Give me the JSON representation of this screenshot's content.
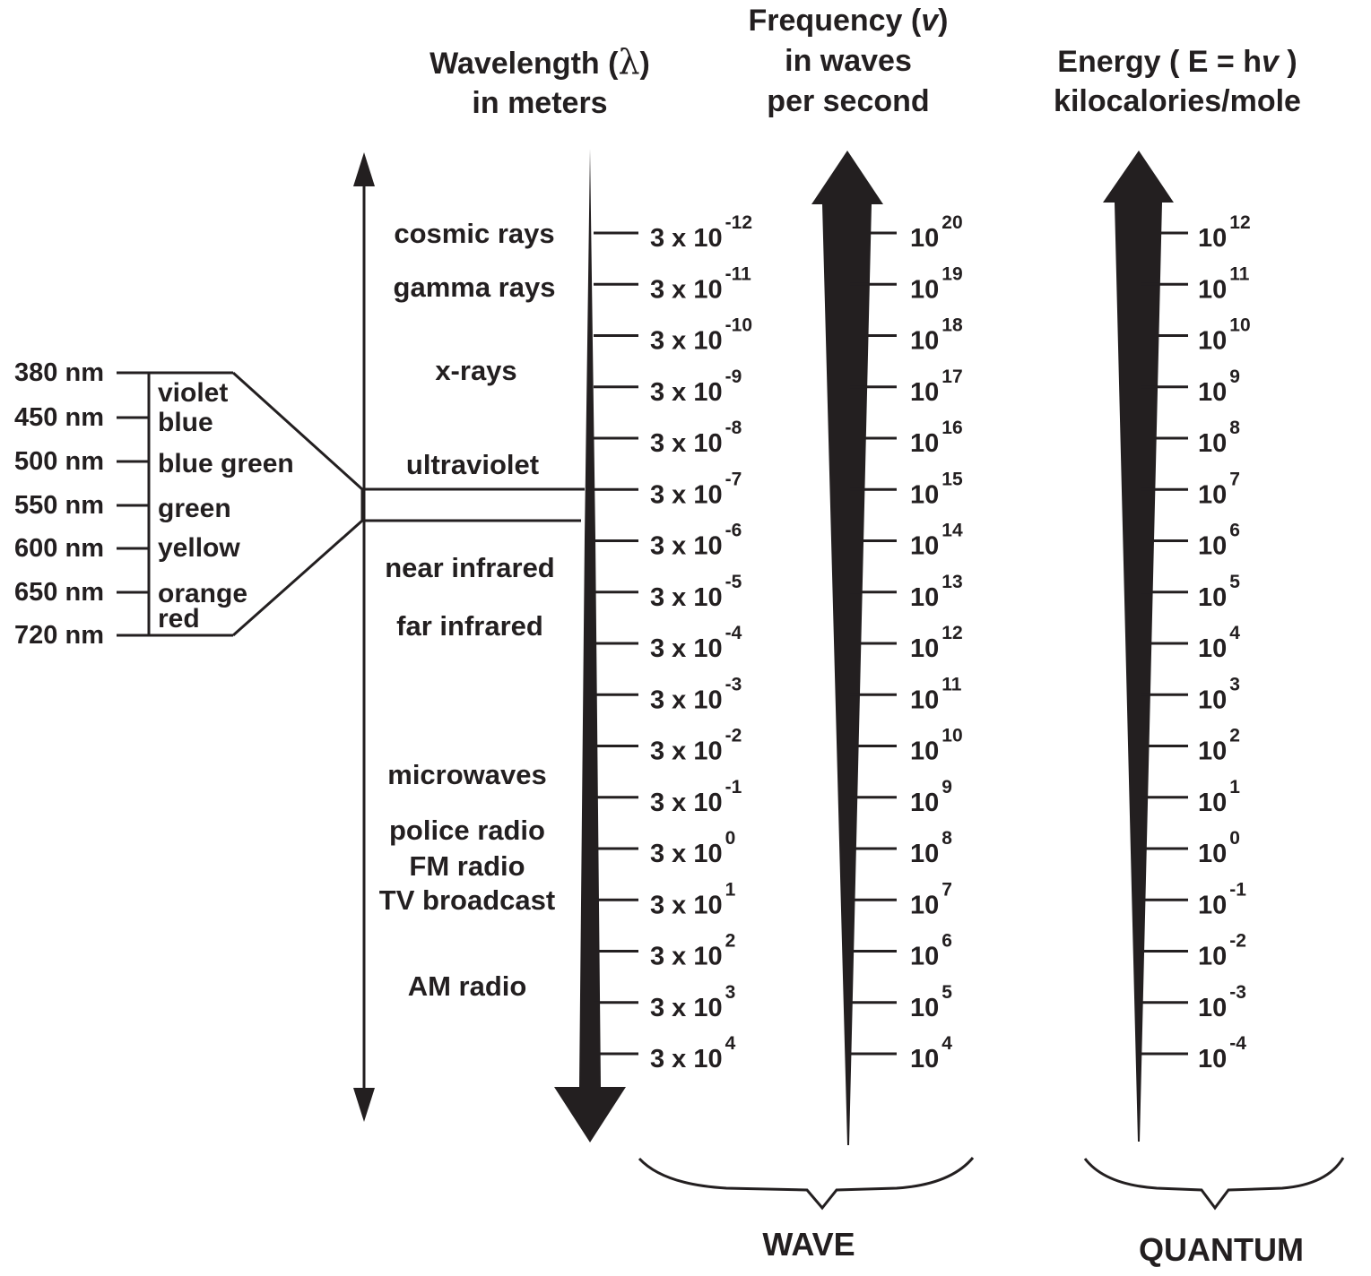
{
  "headers": {
    "wavelength": {
      "line1": "Wavelength (",
      "symbol": "λ",
      "close": ")",
      "line2": "in meters"
    },
    "frequency": {
      "line1_pre": "Frequency (",
      "symbol": "v",
      "line1_post": ")",
      "line2": "in waves",
      "line3": "per second"
    },
    "energy": {
      "line1_pre": "Energy ( E = h",
      "symbol": "v",
      "line1_post": " )",
      "line2": "kilocalories/mole"
    }
  },
  "visible_spectrum": [
    {
      "nm": "380 nm",
      "color": "violet"
    },
    {
      "nm": "450 nm",
      "color": "blue"
    },
    {
      "nm": "500 nm",
      "color": "blue green"
    },
    {
      "nm": "550 nm",
      "color": "green"
    },
    {
      "nm": "600 nm",
      "color": "yellow"
    },
    {
      "nm": "650 nm",
      "color": "orange"
    },
    {
      "nm": "720 nm",
      "color": "red"
    }
  ],
  "regions": [
    "cosmic rays",
    "gamma rays",
    "x-rays",
    "ultraviolet",
    "near infrared",
    "far infrared",
    "microwaves",
    "police radio",
    "FM radio",
    "TV broadcast",
    "AM radio"
  ],
  "wavelength_scale": {
    "prefix": "3 x 10",
    "exponents": [
      "-12",
      "-11",
      "-10",
      "-9",
      "-8",
      "-7",
      "-6",
      "-5",
      "-4",
      "-3",
      "-2",
      "-1",
      "0",
      "1",
      "2",
      "3",
      "4"
    ]
  },
  "frequency_scale": {
    "base": "10",
    "exponents": [
      "20",
      "19",
      "18",
      "17",
      "16",
      "15",
      "14",
      "13",
      "12",
      "11",
      "10",
      "9",
      "8",
      "7",
      "6",
      "5",
      "4"
    ]
  },
  "energy_scale": {
    "base": "10",
    "exponents": [
      "12",
      "11",
      "10",
      "9",
      "8",
      "7",
      "6",
      "5",
      "4",
      "3",
      "2",
      "1",
      "0",
      "-1",
      "-2",
      "-3",
      "-4"
    ]
  },
  "brace_labels": {
    "wave": "WAVE",
    "quantum": "QUANTUM"
  }
}
